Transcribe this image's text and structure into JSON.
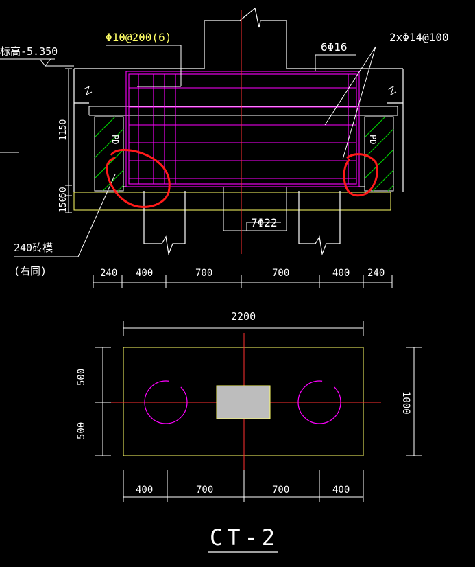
{
  "section": {
    "elevation_label": "标高-5.350",
    "stirrup_label": "Φ10@200(6)",
    "top_bar_label": "6Φ16",
    "side_bar_label": "2xΦ14@100",
    "bottom_bar_label": "7Φ22",
    "height_dims": [
      "1150",
      "50",
      "150"
    ],
    "wall_label_line1": "240砖模",
    "wall_label_line2": "(右同)",
    "wall_side_marks": [
      "PD",
      "PD"
    ],
    "bottom_dims": [
      "240",
      "400",
      "700",
      "700",
      "400",
      "240"
    ]
  },
  "plan": {
    "width_dim": "2200",
    "left_dims": [
      "500",
      "500"
    ],
    "right_dim": "1000",
    "bottom_dims": [
      "400",
      "700",
      "700",
      "400"
    ]
  },
  "drawing_title": "CT-2",
  "colors": {
    "background": "#000000",
    "outline": "#ffffff",
    "label": "#ffff66",
    "rebar": "#ff00ff",
    "centerline": "#ff3030",
    "hatch": "#00cc00",
    "annotation": "#ff1a1a",
    "column": "#bdbdbd"
  }
}
